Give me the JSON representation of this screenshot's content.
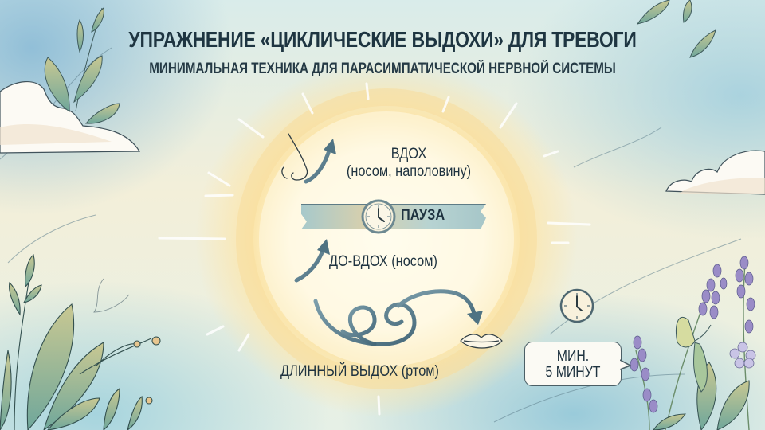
{
  "header": {
    "title": "УПРАЖНЕНИЕ «ЦИКЛИЧЕСКИЕ ВЫДОХИ» ДЛЯ ТРЕВОГИ",
    "subtitle": "МИНИМАЛЬНАЯ ТЕХНИКА ДЛЯ ПАРАСИМПАТИЧЕСКОЙ НЕРВНОЙ СИСТЕМЫ"
  },
  "steps": [
    {
      "id": "inhale",
      "title": "ВДОХ",
      "note": "(носом, наполовину)",
      "icon": "nose-icon",
      "arrow": "arrow-up-icon"
    },
    {
      "id": "pause",
      "label": "ПАУЗА",
      "icon": "clock-icon"
    },
    {
      "id": "top-up",
      "label": "ДО-ВДОХ (носом)",
      "arrow": "arrow-up-icon"
    },
    {
      "id": "exhale",
      "label": "ДЛИННЫЙ ВЫДОХ (ртом)",
      "icon": "lips-icon",
      "arrow": "spiral-arrow-icon"
    }
  ],
  "duration": {
    "line1": "МИН.",
    "line2": "5 МИНУТ",
    "icon": "clock-icon"
  },
  "colors": {
    "text": "#1f3340",
    "arrow": "#5f8494",
    "sun_core": "#fffbea",
    "sun_glow": "#f6dc96",
    "sky": "#a9d2df",
    "leaf": "#8fb594",
    "lavender": "#9a8cc7"
  }
}
